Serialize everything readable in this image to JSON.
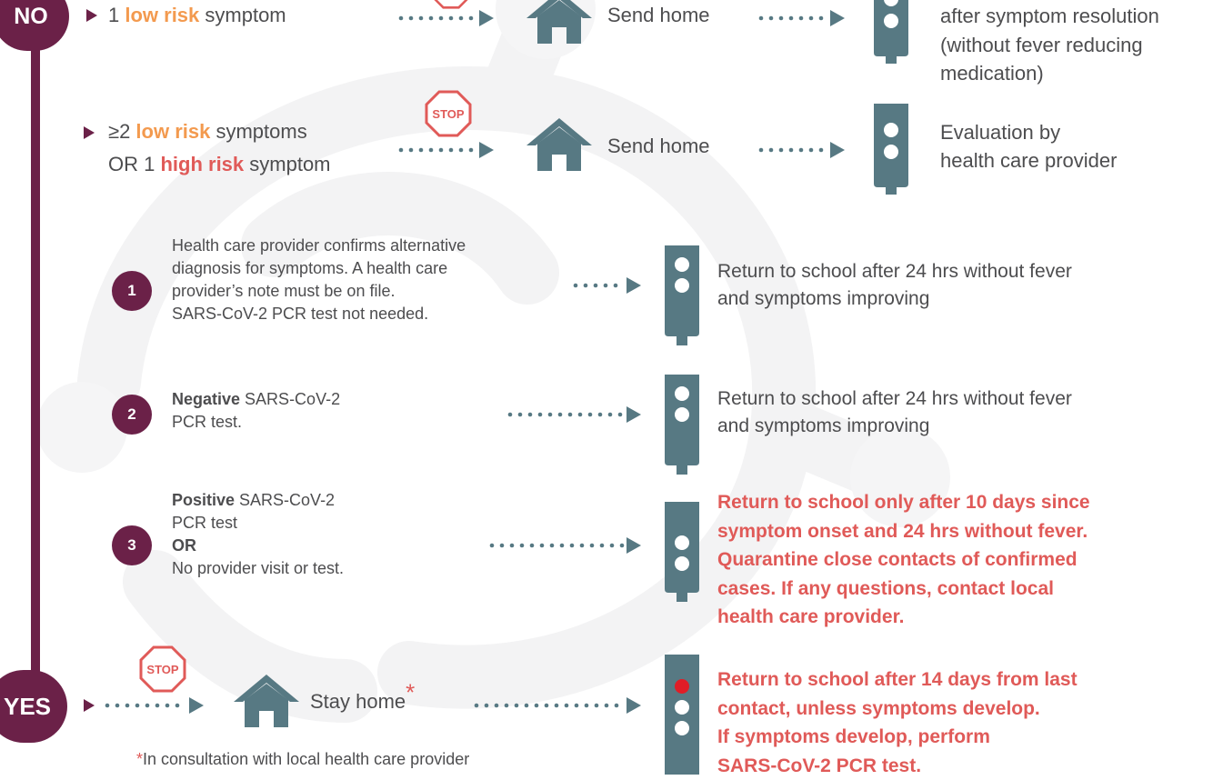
{
  "colors": {
    "maroon": "#6b2148",
    "slate": "#577983",
    "orange": "#f39a4f",
    "red": "#e05a58",
    "text": "#4d4d4f"
  },
  "labels": {
    "no": "NO",
    "yes": "YES",
    "stop": "STOP"
  },
  "row1": {
    "prefix": "1 ",
    "risk": "low risk",
    "suffix": " symptom",
    "action": "Send home",
    "outcome": [
      "after symptom resolution",
      "(without fever reducing",
      "medication)"
    ]
  },
  "row2": {
    "prefix": "≥2 ",
    "risk": "low risk",
    "suffix": " symptoms",
    "line2_prefix": "OR 1 ",
    "line2_risk": "high risk",
    "line2_suffix": " symptom",
    "action": "Send home",
    "outcome": [
      "Evaluation by",
      "health care provider"
    ]
  },
  "branches": [
    {
      "number": "1",
      "text": [
        "Health care provider confirms alternative",
        "diagnosis for symptoms. A health care",
        "provider’s note must be on file.",
        "SARS-CoV-2 PCR test not needed."
      ],
      "outcome": [
        "Return to school after 24 hrs without fever",
        "and symptoms improving"
      ]
    },
    {
      "number": "2",
      "bold": "Negative",
      "rest": " SARS-CoV-2",
      "line2": "PCR test.",
      "outcome": [
        "Return to school after 24 hrs without fever",
        "and symptoms improving"
      ]
    },
    {
      "number": "3",
      "bold": "Positive",
      "rest": " SARS-CoV-2",
      "line2": "PCR test",
      "line3": "OR",
      "line4": "No provider visit or test.",
      "outcome": [
        "Return to school only after 10 days since",
        "symptom onset and 24 hrs without fever.",
        "Quarantine close contacts of confirmed",
        "cases. If any questions, contact local",
        "health care provider."
      ]
    }
  ],
  "yes_row": {
    "action": "Stay home",
    "asterisk": "*",
    "outcome": [
      "Return to school after 14 days from last",
      "contact, unless symptoms develop.",
      "If symptoms develop, perform",
      "SARS-CoV-2 PCR test."
    ],
    "footnote_mark": "*",
    "footnote": "In consultation with local health care provider"
  }
}
